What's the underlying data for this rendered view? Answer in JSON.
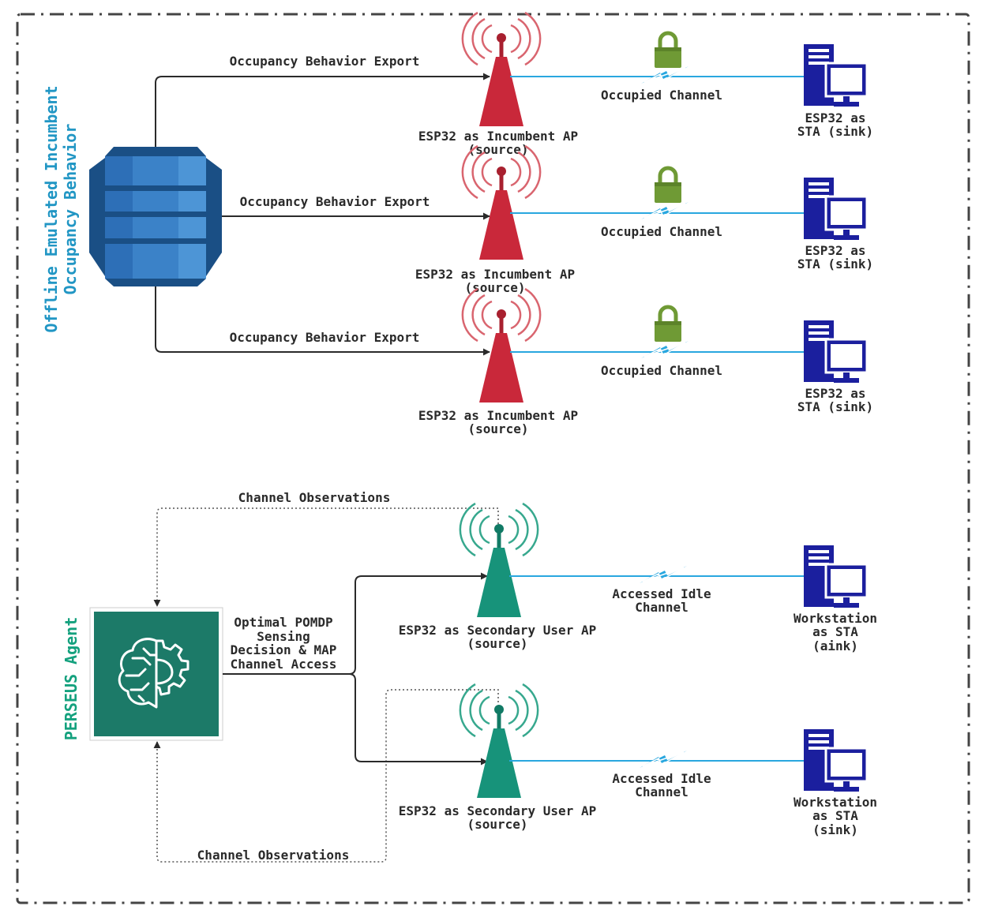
{
  "colors": {
    "incumbent_tower": "#c9283a",
    "incumbent_waves": "#d9656f",
    "secondary_tower": "#17937a",
    "secondary_waves": "#37a88e",
    "lock": "#6f9a35",
    "link": "#29a7df",
    "workstation": "#1b1f9e",
    "database": "#2d6fb7",
    "agent": "#1c7a68",
    "db_title": "#2196c4",
    "agent_title": "#14a17e"
  },
  "db_title_line1": "Offline Emulated Incumbent",
  "db_title_line2": "Occupancy Behavior",
  "agent_title": "PERSEUS Agent",
  "agent_icon": "brain-gear-icon",
  "agent_output_lines": [
    "Optimal POMDP",
    "Sensing",
    "Decision & MAP",
    "Channel Access"
  ],
  "observations_top": "Channel Observations",
  "observations_bottom": "Channel Observations",
  "incumbent_rows": [
    {
      "export": "Occupancy Behavior Export",
      "ap_line1": "ESP32 as Incumbent AP",
      "ap_line2": "(source)",
      "channel": "Occupied Channel",
      "sta_line1": "ESP32 as",
      "sta_line2": "STA (sink)"
    },
    {
      "export": "Occupancy Behavior Export",
      "ap_line1": "ESP32 as Incumbent AP",
      "ap_line2": "(source)",
      "channel": "Occupied Channel",
      "sta_line1": "ESP32 as",
      "sta_line2": "STA (sink)"
    },
    {
      "export": "Occupancy Behavior Export",
      "ap_line1": "ESP32 as Incumbent AP",
      "ap_line2": "(source)",
      "channel": "Occupied Channel",
      "sta_line1": "ESP32 as",
      "sta_line2": "STA (sink)"
    }
  ],
  "secondary_rows": [
    {
      "ap_line1": "ESP32 as Secondary User AP",
      "ap_line2": "(source)",
      "channel_line1": "Accessed Idle",
      "channel_line2": "Channel",
      "ws_line1": "Workstation",
      "ws_line2": "as STA",
      "ws_line3": "(aink)"
    },
    {
      "ap_line1": "ESP32 as Secondary User AP",
      "ap_line2": "(source)",
      "channel_line1": "Accessed Idle",
      "channel_line2": "Channel",
      "ws_line1": "Workstation",
      "ws_line2": "as STA",
      "ws_line3": "(sink)"
    }
  ]
}
